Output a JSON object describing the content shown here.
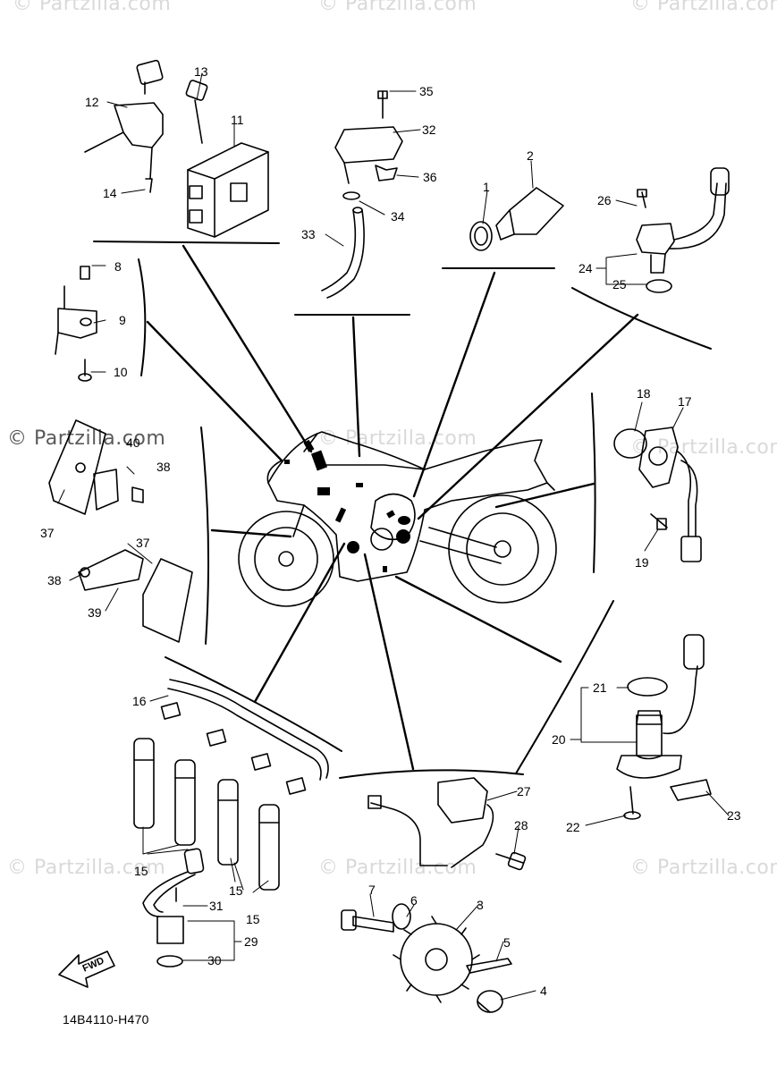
{
  "watermark": "© Partzilla.com",
  "diagram_code": "14B4110-H470",
  "fwd_label": "FWD",
  "callouts": [
    "1",
    "2",
    "3",
    "4",
    "5",
    "6",
    "7",
    "8",
    "9",
    "10",
    "11",
    "12",
    "13",
    "14",
    "15",
    "15",
    "15",
    "16",
    "17",
    "18",
    "19",
    "20",
    "21",
    "22",
    "23",
    "24",
    "25",
    "26",
    "27",
    "28",
    "29",
    "30",
    "31",
    "32",
    "33",
    "34",
    "35",
    "36",
    "37",
    "37",
    "38",
    "38",
    "39",
    "40"
  ]
}
